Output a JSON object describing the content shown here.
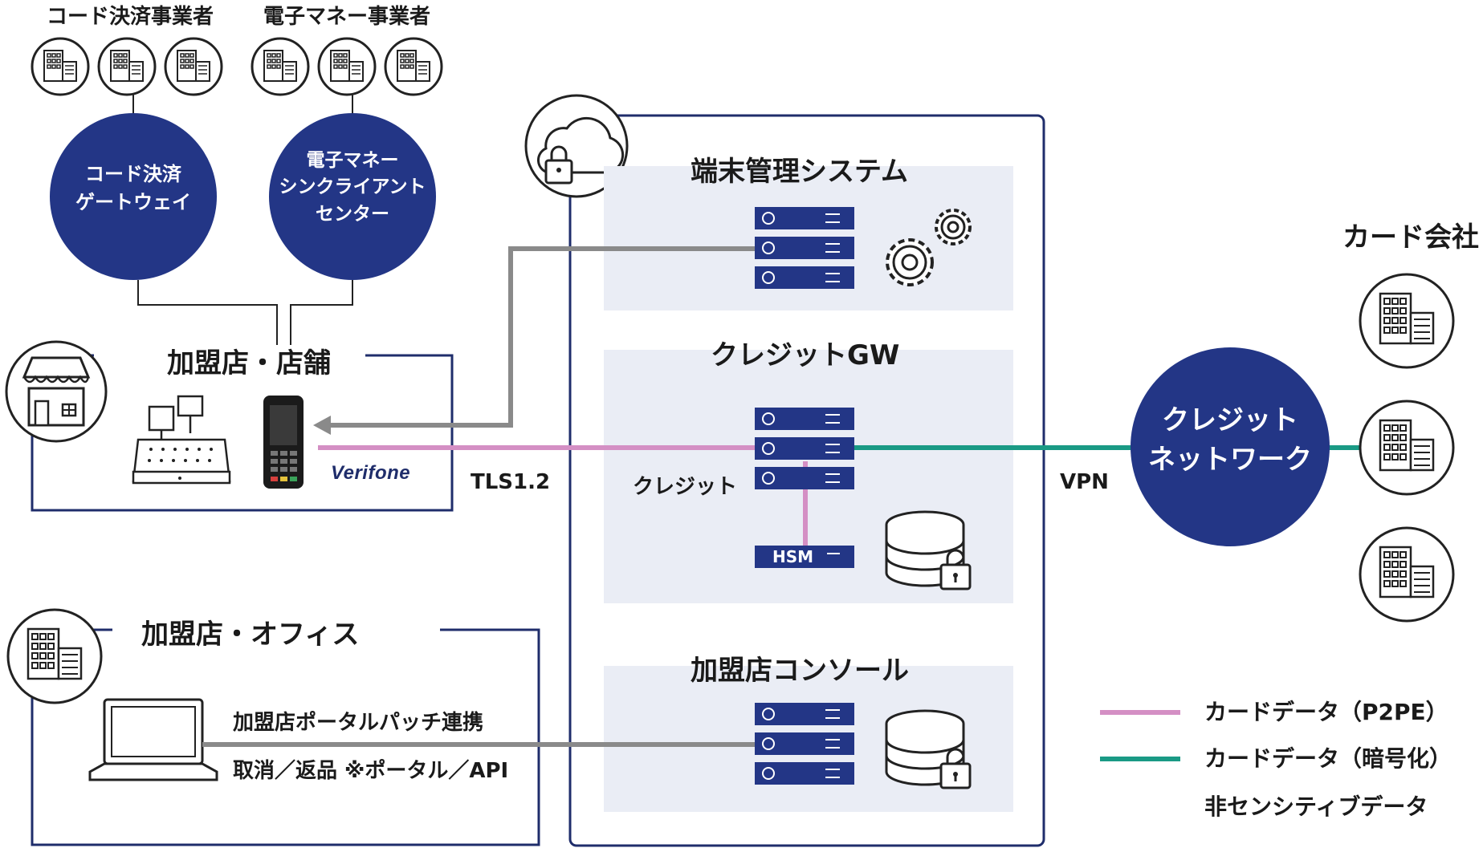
{
  "colors": {
    "navy": "#233686",
    "panel_bg": "#eaedf5",
    "gray_line": "#8a8a8a",
    "pink_line": "#d48fc4",
    "teal_line": "#1a9a85",
    "border": "#1f2d6b"
  },
  "top": {
    "code_pay_vendors": "コード決済事業者",
    "emoney_vendors": "電子マネー事業者",
    "code_gateway": {
      "line1": "コード決済",
      "line2": "ゲートウェイ"
    },
    "emoney_center": {
      "line1": "電子マネー",
      "line2": "シンクライアント",
      "line3": "センター"
    }
  },
  "store": {
    "title": "加盟店・店舗",
    "brand": "Verifone"
  },
  "office": {
    "title": "加盟店・オフィス",
    "portal_link": "加盟店ポータルパッチ連携",
    "cancel_return": "取消／返品 ※ポータル／API"
  },
  "cloud": {
    "tms": "端末管理システム",
    "credit_gw": "クレジットGW",
    "credit_label": "クレジット",
    "hsm": "HSM",
    "console": "加盟店コンソール"
  },
  "connections": {
    "tls": "TLS1.2",
    "vpn": "VPN"
  },
  "card_side": {
    "title": "カード会社",
    "network": {
      "line1": "クレジット",
      "line2": "ネットワーク"
    }
  },
  "legend": {
    "items": [
      {
        "label": "カードデータ（P2PE）",
        "color": "#d48fc4"
      },
      {
        "label": "カードデータ（暗号化）",
        "color": "#1a9a85"
      },
      {
        "label": "非センシティブデータ",
        "color": "#8a8a8a"
      }
    ]
  }
}
